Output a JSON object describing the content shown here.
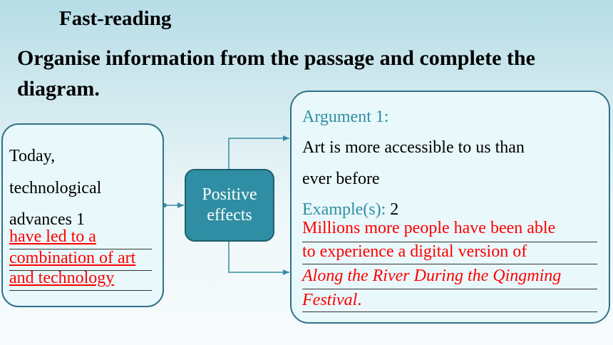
{
  "heading": "Fast-reading",
  "instruction": "Organise information from the passage and complete the diagram.",
  "left_box": {
    "lines": [
      "Today,",
      "technological",
      "advances 1"
    ],
    "answer_lines": [
      "have led to a",
      "combination of art",
      "and technology"
    ]
  },
  "center_box": {
    "line1": "Positive",
    "line2": "effects"
  },
  "right_box": {
    "argument_label": "Argument 1:",
    "argument_lines": [
      "Art is more accessible to us than",
      "ever before"
    ],
    "example_label": "Example(s):",
    "example_number": "2",
    "answer_lines": [
      "Millions more people have been able",
      "to experience a digital version of",
      "Along the River During the Qingming",
      "Festival",
      "."
    ]
  },
  "colors": {
    "border": "#2f7287",
    "center_fill": "#2f8ea3",
    "label_teal": "#2f8ea3",
    "answer_red": "#ff0000",
    "arrow": "#3a8aa0"
  }
}
